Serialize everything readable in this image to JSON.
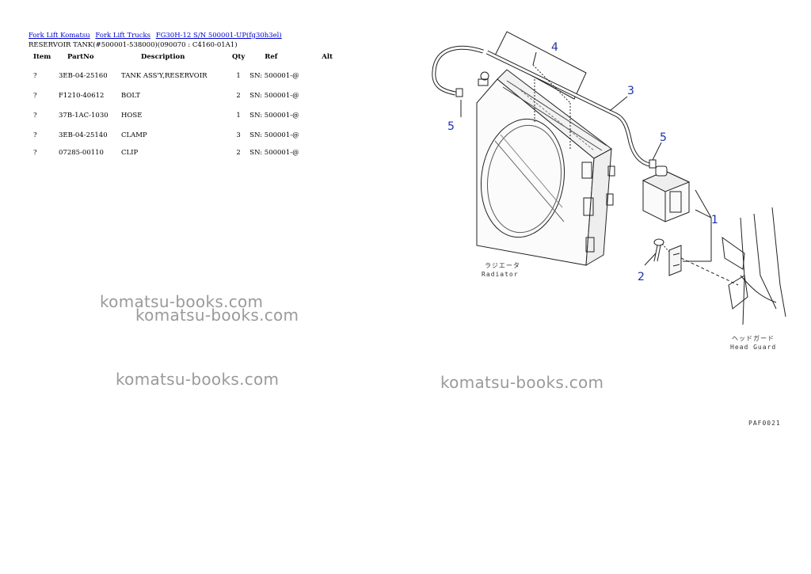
{
  "breadcrumb": [
    {
      "label": "Fork Lift Komatsu"
    },
    {
      "label": "Fork Lift Trucks"
    },
    {
      "label": "FG30H-12 S/N 500001-UP(fg30h3el)"
    }
  ],
  "page_heading": "RESERVOIR TANK(#500001-538000)(090070 : C4160-01A1)",
  "table": {
    "headers": {
      "item": "Item",
      "part_no": "PartNo",
      "description": "Description",
      "qty": "Qty",
      "ref": "Ref",
      "alt": "Alt"
    },
    "rows": [
      {
        "item": "?",
        "part_no": "3EB-04-25160",
        "description": "TANK ASS'Y,RESERVOIR",
        "qty": "1",
        "ref": "SN: 500001-@",
        "alt": ""
      },
      {
        "item": "?",
        "part_no": "F1210-40612",
        "description": "BOLT",
        "qty": "2",
        "ref": "SN: 500001-@",
        "alt": ""
      },
      {
        "item": "?",
        "part_no": "37B-1AC-1030",
        "description": "HOSE",
        "qty": "1",
        "ref": "SN: 500001-@",
        "alt": ""
      },
      {
        "item": "?",
        "part_no": "3EB-04-25140",
        "description": "CLAMP",
        "qty": "3",
        "ref": "SN: 500001-@",
        "alt": ""
      },
      {
        "item": "?",
        "part_no": "07285-00110",
        "description": "CLIP",
        "qty": "2",
        "ref": "SN: 500001-@",
        "alt": ""
      }
    ]
  },
  "watermark": "komatsu-books.com",
  "diagram": {
    "callouts": [
      "1",
      "2",
      "3",
      "4",
      "5",
      "5"
    ],
    "radiator_jp": "ラジエータ",
    "radiator_en": "Radiator",
    "head_guard_jp": "ヘッドガード",
    "head_guard_en": "Head Guard",
    "figure_code": "PAF0021",
    "callout_color": "#1a2fb0"
  }
}
